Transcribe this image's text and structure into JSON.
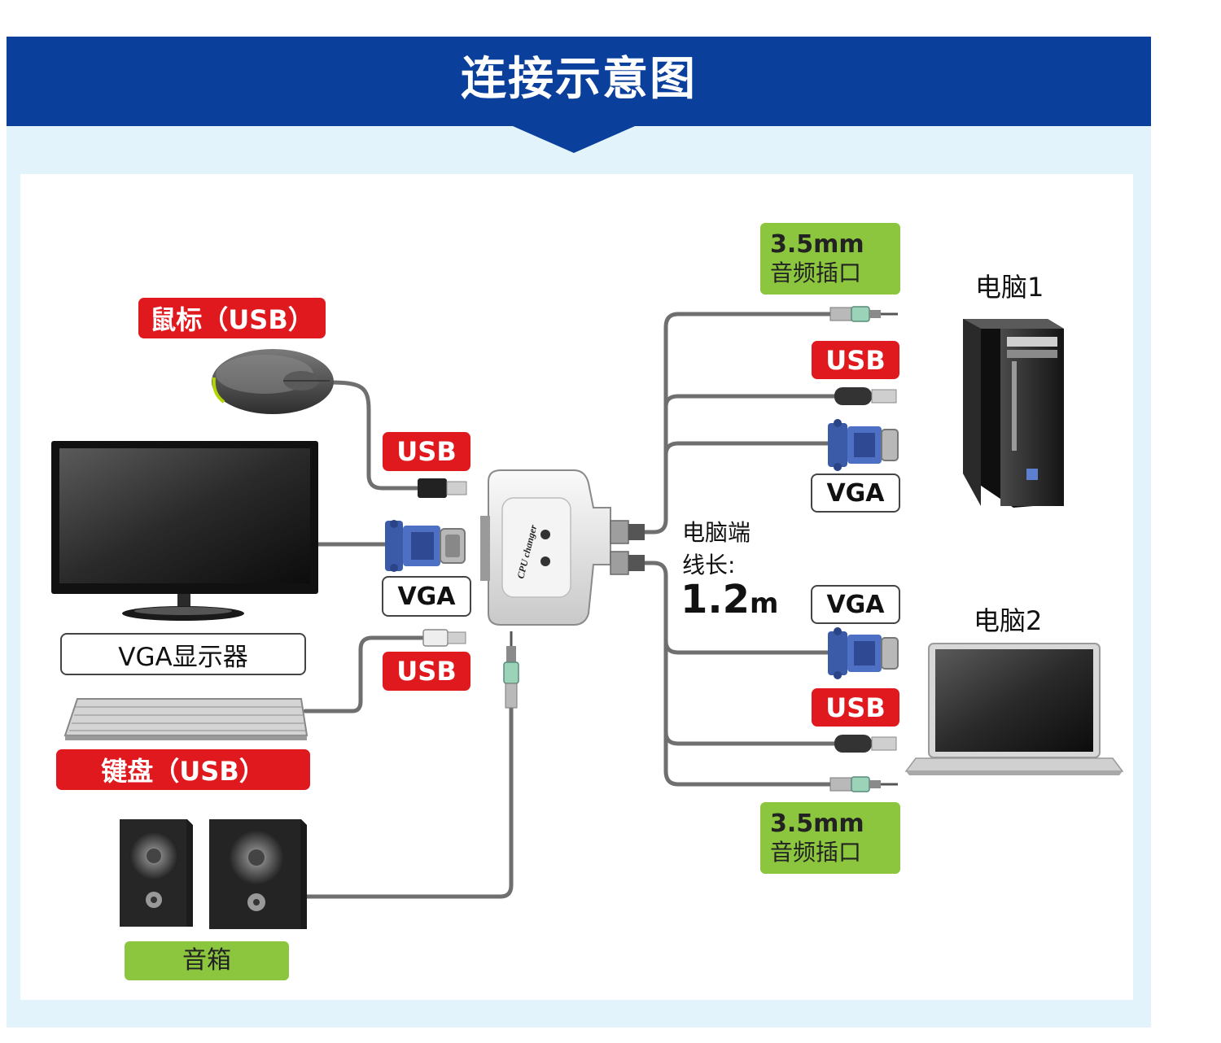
{
  "header": {
    "title": "连接示意图"
  },
  "labels": {
    "mouse": "鼠标（USB）",
    "mouse_usb": "USB",
    "monitor_vga": "VGA",
    "monitor": "VGA显示器",
    "keyboard_usb": "USB",
    "keyboard": "键盘（USB）",
    "speaker": "音箱",
    "audio_top_1": "3.5mm",
    "audio_top_2": "音频插口",
    "pc1": "电脑1",
    "pc1_usb": "USB",
    "pc1_vga": "VGA",
    "pc_end_1": "电脑端",
    "pc_end_2": "线长:",
    "cable_length_num": "1.2",
    "cable_length_unit": "m",
    "pc2_vga": "VGA",
    "pc2": "电脑2",
    "pc2_usb": "USB",
    "audio_bottom_1": "3.5mm",
    "audio_bottom_2": "音频插口",
    "switch_brand": "CPU changer"
  },
  "colors": {
    "banner": "#0a3f9c",
    "background": "#e2f3fb",
    "usb_label": "#e0191e",
    "audio_label": "#8cc63f",
    "vga_connector": "#3b5aa8",
    "cable": "#6f6f6f"
  }
}
